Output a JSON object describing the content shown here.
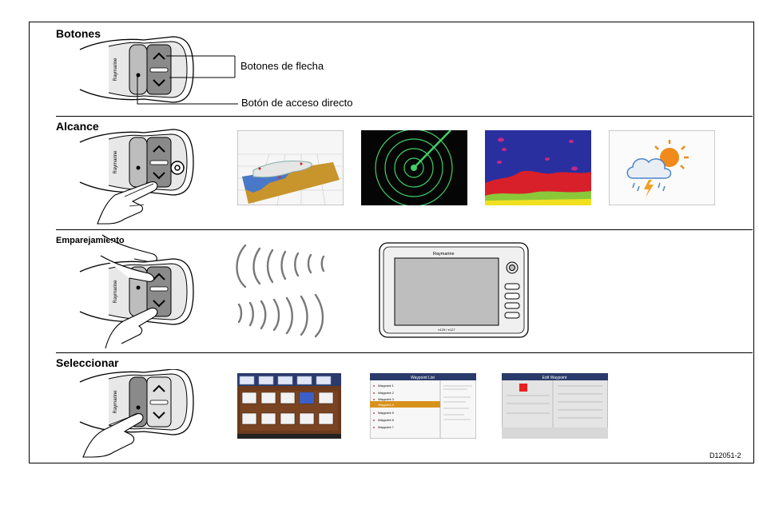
{
  "sections": {
    "botones": {
      "title": "Botones",
      "callout_arrows": "Botones de flecha",
      "callout_shortcut": "Botón de acceso directo"
    },
    "alcance": {
      "title": "Alcance"
    },
    "emparejamiento": {
      "title": "Emparejamiento"
    },
    "seleccionar": {
      "title": "Seleccionar"
    }
  },
  "remote": {
    "brand": "Raymarine"
  },
  "display": {
    "brand": "Raymarine",
    "model_label": "e125 / e127"
  },
  "screens": {
    "waypoint_list": {
      "title": "Waypoint List",
      "items": [
        "Waypoint 1",
        "Waypoint 2",
        "Waypoint 3",
        "Waypoint 4",
        "Waypoint 5",
        "Waypoint 6",
        "Waypoint 7"
      ]
    },
    "edit_waypoint": {
      "title": "Edit Waypoint"
    }
  },
  "doc_code": "D12051-2",
  "colors": {
    "line": "#000000",
    "radar_green": "#3fd06a",
    "fish_blue": "#2a2fa0",
    "menu_brown": "#6b3a1c",
    "list_orange": "#d8921c"
  }
}
